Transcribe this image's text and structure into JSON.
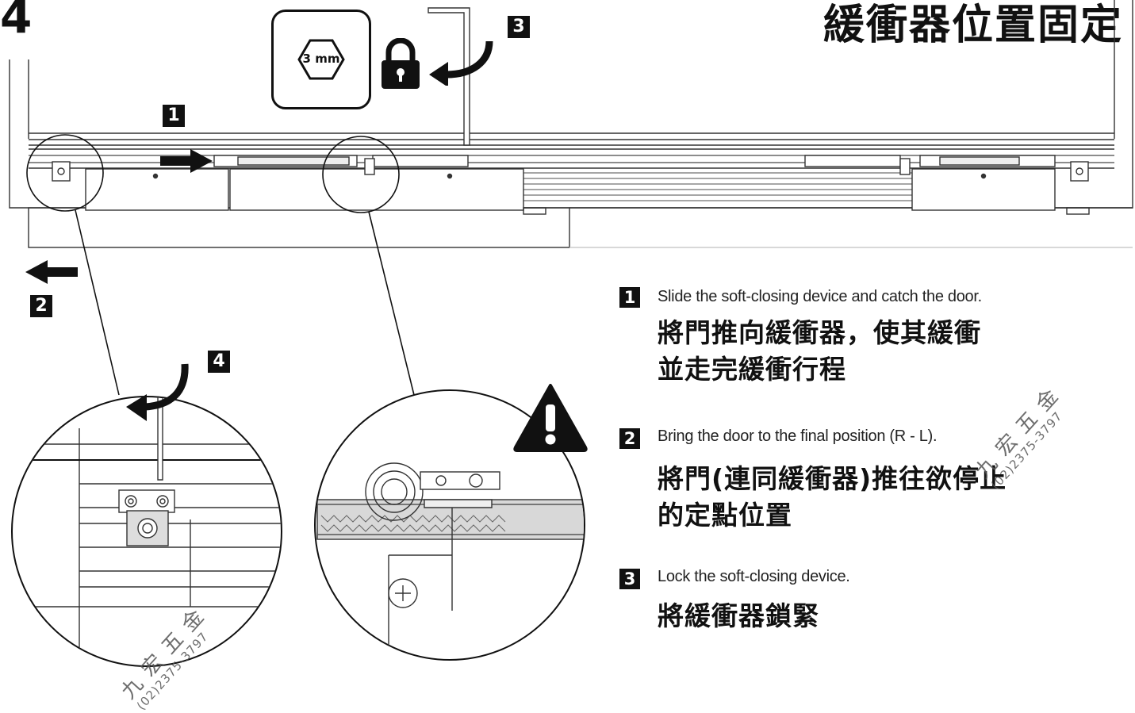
{
  "step_number": "4",
  "title": "緩衝器位置固定",
  "tool": {
    "size_label": "3 mm",
    "icon": "hex-key-icon"
  },
  "callouts": {
    "c1": "1",
    "c2": "2",
    "c3": "3",
    "c4": "4"
  },
  "instructions": [
    {
      "num": "1",
      "en": "Slide the soft-closing device and catch the door.",
      "cn": [
        "將門推向緩衝器，使其緩衝",
        "並走完緩衝行程"
      ]
    },
    {
      "num": "2",
      "en": "Bring the door to the final position (R - L).",
      "cn": [
        "將門(連同緩衝器)推往欲停止",
        "的定點位置"
      ]
    },
    {
      "num": "3",
      "en": "Lock the soft-closing device.",
      "cn": [
        "將緩衝器鎖緊"
      ]
    }
  ],
  "watermarks": [
    {
      "cn": "九宏五金",
      "phone": "(02)2375-3797"
    },
    {
      "cn": "九宏五金",
      "phone": "(02)2375-3797"
    }
  ],
  "colors": {
    "ink": "#111111",
    "line": "#333333",
    "grey": "#bdbdbd"
  }
}
